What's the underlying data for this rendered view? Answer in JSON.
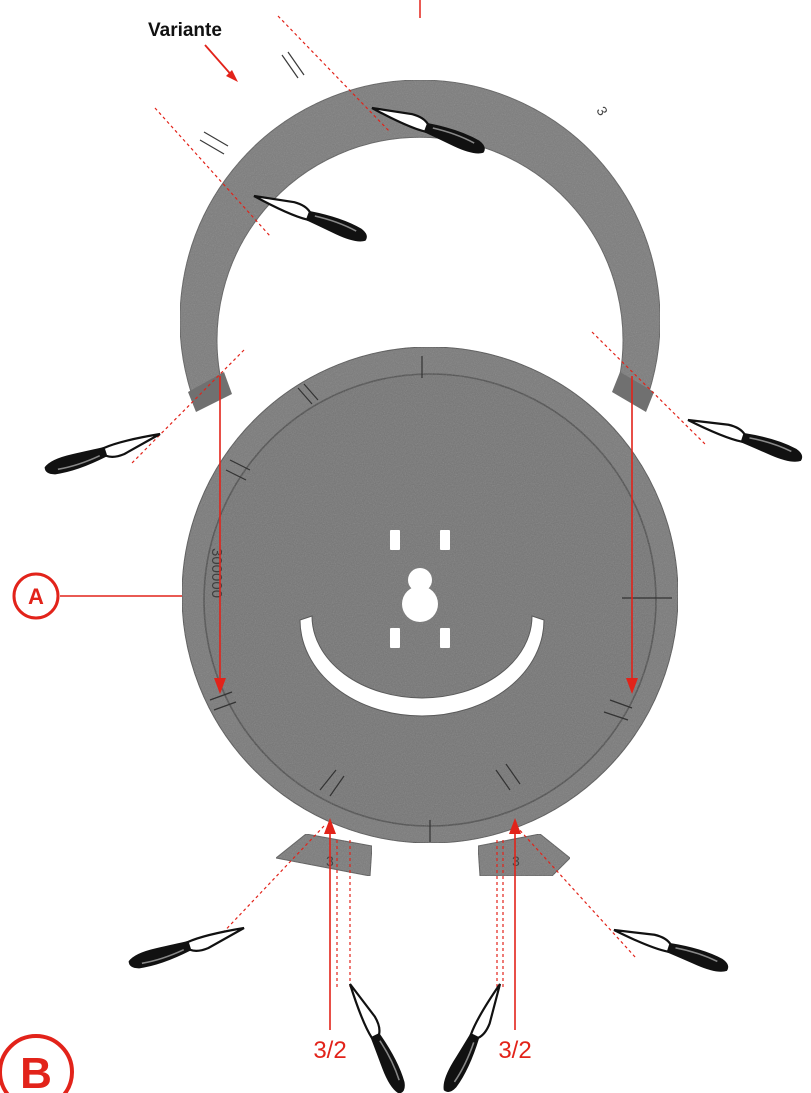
{
  "labels": {
    "variant": "Variante",
    "callout_a": "A",
    "callout_b": "B",
    "measure_left": "3/2",
    "measure_right": "3/2"
  },
  "colors": {
    "accent": "#e2231a",
    "board": "#7f7f7f",
    "board_dark": "#6c6c6c",
    "knife_handle": "#111111"
  },
  "icons": [
    "knife-icon"
  ]
}
